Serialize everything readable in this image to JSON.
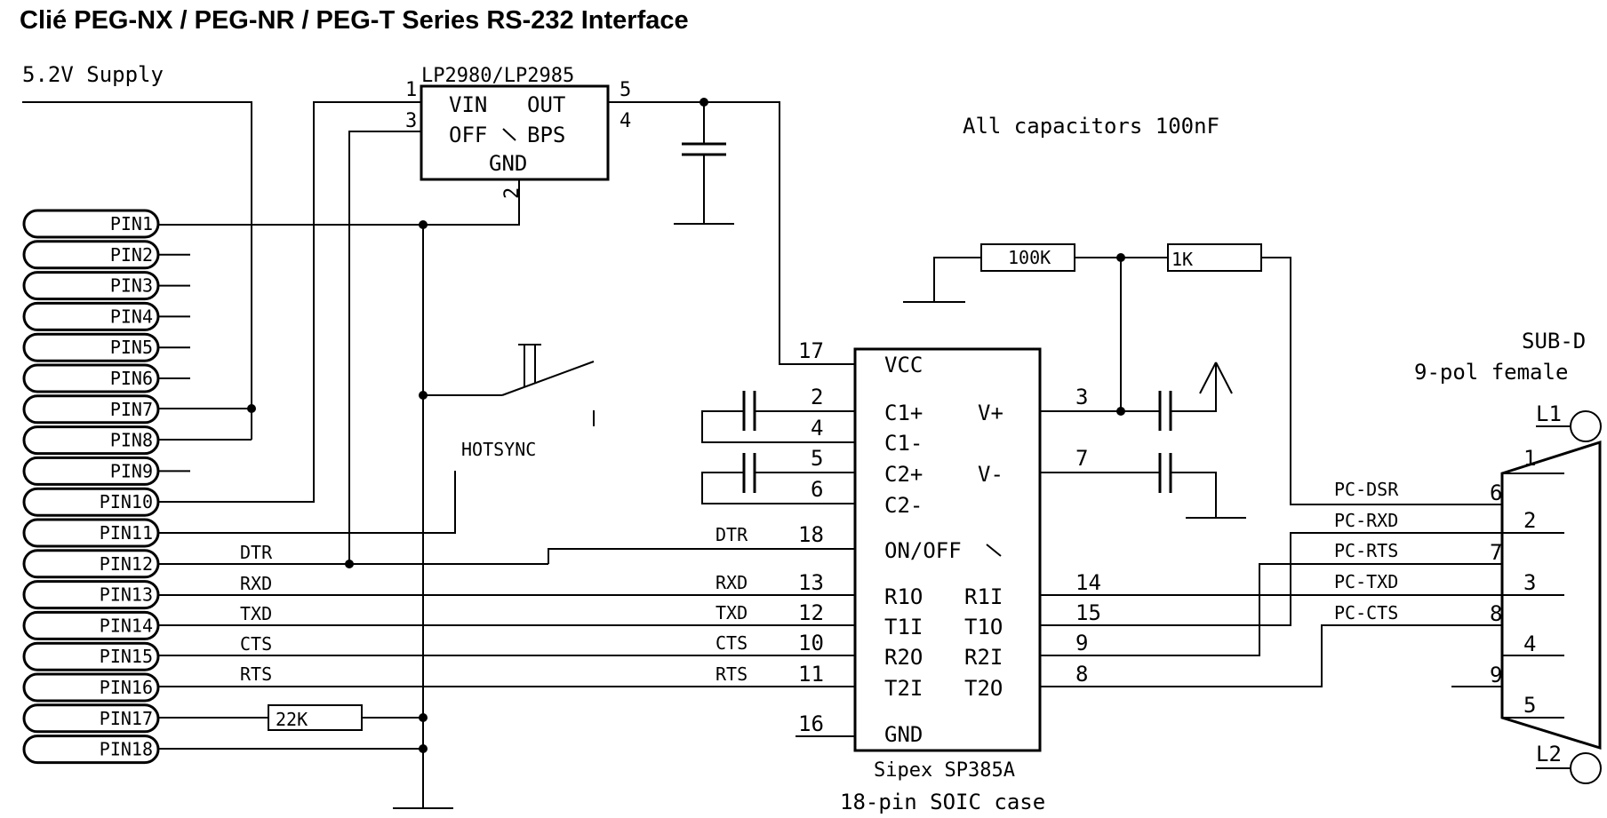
{
  "title": "Clié PEG-NX / PEG-NR / PEG-T Series RS-232 Interface",
  "supply_label": "5.2V Supply",
  "capacitor_note": "All capacitors 100nF",
  "connector": {
    "pins": [
      "PIN1",
      "PIN2",
      "PIN3",
      "PIN4",
      "PIN5",
      "PIN6",
      "PIN7",
      "PIN8",
      "PIN9",
      "PIN10",
      "PIN11",
      "PIN12",
      "PIN13",
      "PIN14",
      "PIN15",
      "PIN16",
      "PIN17",
      "PIN18"
    ]
  },
  "regulator": {
    "part": "LP2980/LP2985",
    "vin": "VIN",
    "out": "OUT",
    "off": "OFF",
    "bps": "BPS",
    "gnd": "GND",
    "pin_vin": "1",
    "pin_off": "3",
    "pin_out": "5",
    "pin_bps": "4",
    "pin_gnd": "2"
  },
  "switch_label": "HOTSYNC",
  "resistors": {
    "r1": "100K",
    "r2": "1K",
    "r3": "22K"
  },
  "chip": {
    "name": "Sipex SP385A",
    "case": "18-pin SOIC case",
    "labels": {
      "vcc": "VCC",
      "c1p": "C1+",
      "c1m": "C1-",
      "c2p": "C2+",
      "c2m": "C2-",
      "vp": "V+",
      "vm": "V-",
      "onoff": "ON/OFF",
      "r1o": "R1O",
      "t1i": "T1I",
      "r2o": "R2O",
      "t2i": "T2I",
      "r1i": "R1I",
      "t1o": "T1O",
      "r2i": "R2I",
      "t2o": "T2O",
      "gnd": "GND"
    },
    "pins": {
      "vcc": "17",
      "c1p": "2",
      "c1m": "4",
      "c2p": "5",
      "c2m": "6",
      "vp": "3",
      "vm": "7",
      "onoff": "18",
      "r1o": "13",
      "t1i": "12",
      "r2o": "10",
      "t2i": "11",
      "gnd": "16",
      "r1i": "14",
      "t1o": "15",
      "r2i": "9",
      "t2o": "8"
    }
  },
  "signals": {
    "dtr": "DTR",
    "rxd": "RXD",
    "txd": "TXD",
    "cts": "CTS",
    "rts": "RTS"
  },
  "subd": {
    "title": "SUB-D",
    "subtitle": "9-pol female",
    "l1": "L1",
    "l2": "L2",
    "nets": [
      "PC-DSR",
      "PC-RXD",
      "PC-RTS",
      "PC-TXD",
      "PC-CTS"
    ],
    "pin_numbers": [
      "1",
      "6",
      "2",
      "7",
      "3",
      "8",
      "4",
      "9",
      "5"
    ]
  }
}
